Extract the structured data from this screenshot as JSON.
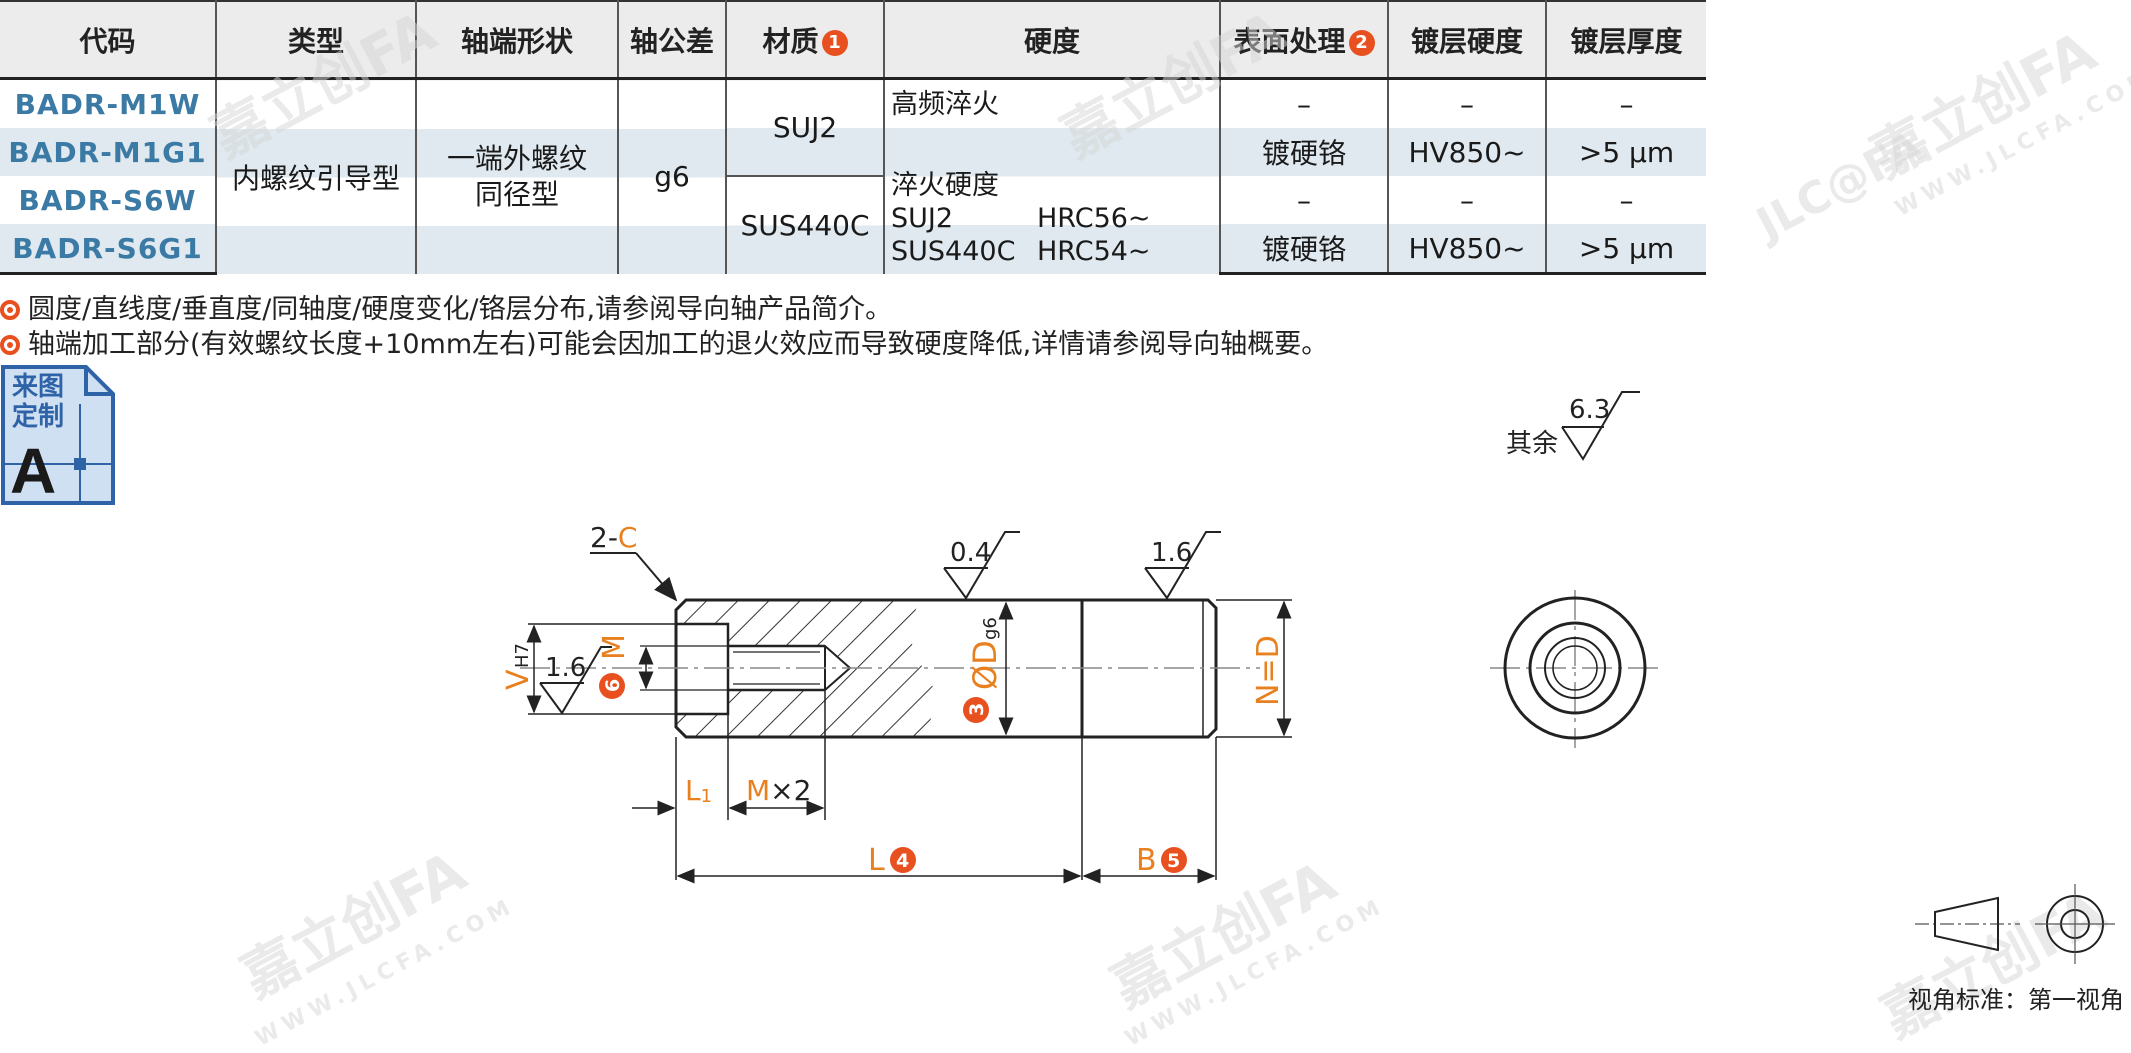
{
  "table": {
    "headers": {
      "code": "代码",
      "type": "类型",
      "shaft_end": "轴端形状",
      "tolerance": "轴公差",
      "material": "材质",
      "material_badge": "1",
      "hardness": "硬度",
      "surface": "表面处理",
      "surface_badge": "2",
      "coating_hardness": "镀层硬度",
      "coating_thickness": "镀层厚度"
    },
    "codes": [
      "BADR-M1W",
      "BADR-M1G1",
      "BADR-S6W",
      "BADR-S6G1"
    ],
    "type_value": "内螺纹引导型",
    "shaft_end_value_line1": "一端外螺纹",
    "shaft_end_value_line2": "同径型",
    "tolerance_value": "g6",
    "materials": [
      "SUJ2",
      "SUS440C"
    ],
    "hardness": {
      "induction": "高频淬火",
      "quench_label": "淬火硬度",
      "rows": [
        {
          "material": "SUJ2",
          "value": "HRC56~"
        },
        {
          "material": "SUS440C",
          "value": "HRC54~"
        }
      ]
    },
    "rows": [
      {
        "surface": "–",
        "coating_hardness": "–",
        "coating_thickness": "–"
      },
      {
        "surface": "镀硬铬",
        "coating_hardness": "HV850~",
        "coating_thickness": ">5 μm"
      },
      {
        "surface": "–",
        "coating_hardness": "–",
        "coating_thickness": "–"
      },
      {
        "surface": "镀硬铬",
        "coating_hardness": "HV850~",
        "coating_thickness": ">5 μm"
      }
    ]
  },
  "notes": [
    "圆度/直线度/垂直度/同轴度/硬度变化/铬层分布,请参阅导向轴产品简介。",
    "轴端加工部分(有效螺纹长度+10mm左右)可能会因加工的退火效应而导致硬度降低,详情请参阅导向轴概要。"
  ],
  "badge": {
    "line1": "来图",
    "line2": "定制",
    "letter": "A"
  },
  "drawing": {
    "rest_label": "其余",
    "rest_roughness": "6.3",
    "chamfer_prefix": "2-",
    "chamfer_var": "C",
    "roughness_top1": "0.4",
    "roughness_top2": "1.6",
    "roughness_left": "1.6",
    "dim_v": "V",
    "dim_v_sub": "H7",
    "dim_m": "M",
    "badge_m": "6",
    "dim_d": "ØD",
    "dim_d_sub": "g6",
    "badge_d": "3",
    "dim_n": "N=D",
    "dim_l1": "L",
    "dim_l1_sub": "1",
    "dim_mx2_var": "M",
    "dim_mx2_suffix": "×2",
    "dim_l": "L",
    "badge_l": "4",
    "dim_b": "B",
    "badge_b": "5"
  },
  "view_standard": "视角标准：第一视角",
  "watermark": {
    "brand": "嘉立创FA",
    "url": "WWW.JLCFA.COM",
    "logo": "JLC@FA"
  },
  "colors": {
    "accent": "#e8501f",
    "dim_orange": "#e8801f",
    "code_blue": "#3b7aa5",
    "row_alt": "#dfe9ef",
    "header_bg": "#ececec"
  }
}
